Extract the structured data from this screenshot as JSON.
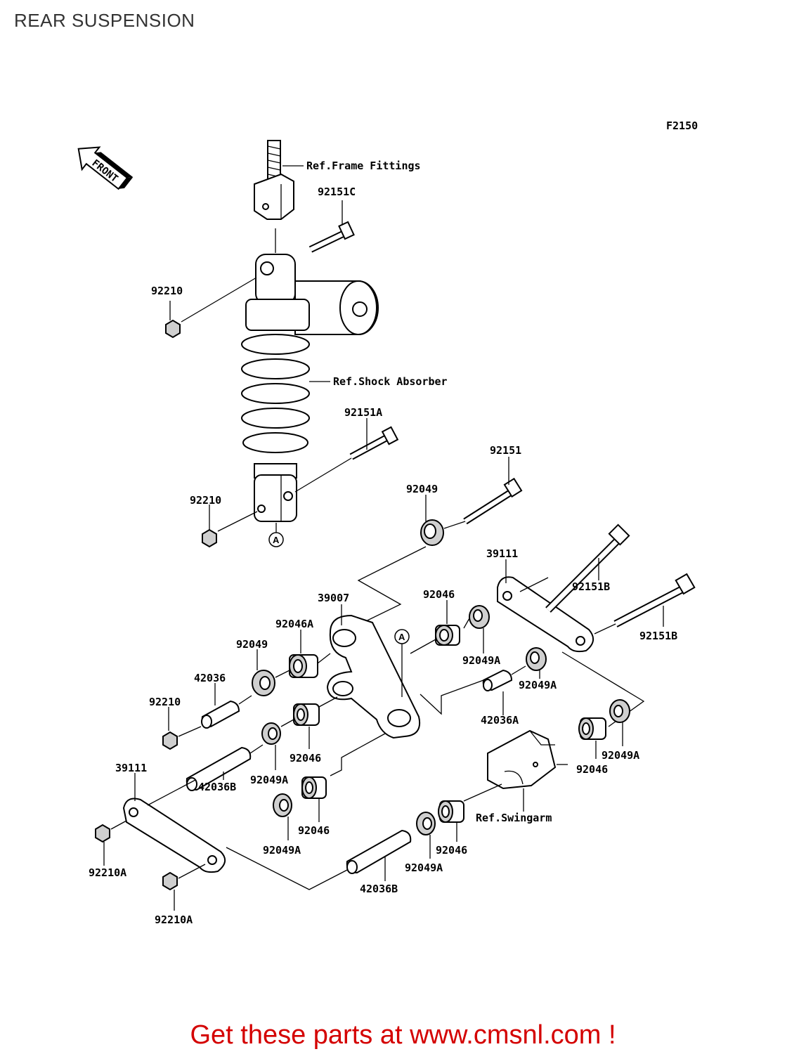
{
  "page": {
    "title": "REAR SUSPENSION",
    "footer": "Get these parts at www.cmsnl.com !",
    "accent_color": "#d40000"
  },
  "diagram": {
    "figure_code": "F2150",
    "front_label": "FRONT",
    "circle_marker": "A",
    "refs": {
      "frame_fittings": "Ref.Frame Fittings",
      "shock_absorber": "Ref.Shock Absorber",
      "swingarm": "Ref.Swingarm"
    },
    "parts": {
      "p92151C": "92151C",
      "p92210_top": "92210",
      "p92151A": "92151A",
      "p92151": "92151",
      "p92210_mid": "92210",
      "p92049_top": "92049",
      "p39111_right": "39111",
      "p92151B_a": "92151B",
      "p92151B_b": "92151B",
      "p39007": "39007",
      "p92046_top": "92046",
      "p92046A": "92046A",
      "p92049_left": "92049",
      "p92049A_a": "92049A",
      "p42036": "42036",
      "p92210_low": "92210",
      "p92049A_b": "92049A",
      "p42036A": "42036A",
      "p92046_mid": "92046",
      "p92049A_c": "92049A",
      "p92046_right": "92046",
      "p92049A_d": "92049A",
      "p39111_left": "39111",
      "p42036B_a": "42036B",
      "p92046_low": "92046",
      "p92049A_e": "92049A",
      "p92210A_a": "92210A",
      "p42036B_b": "42036B",
      "p92049A_f": "92049A",
      "p92046_bottom": "92046",
      "p92210A_b": "92210A"
    }
  }
}
